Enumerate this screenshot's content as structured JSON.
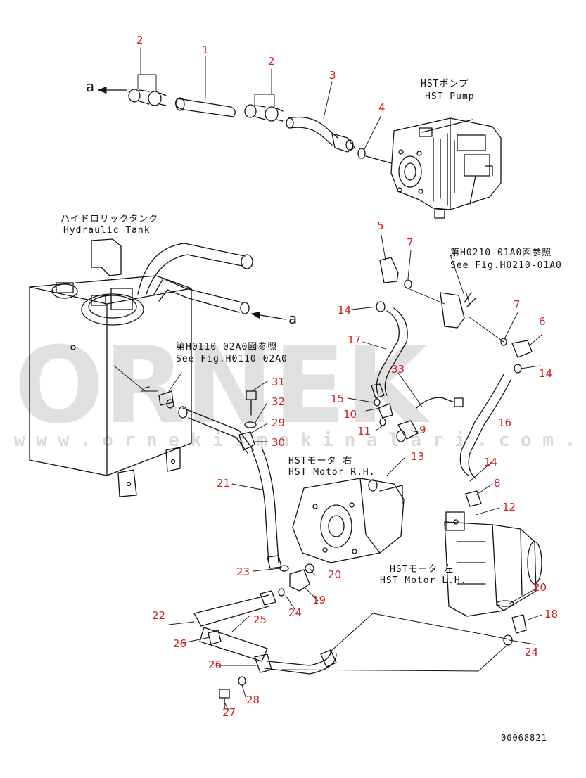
{
  "watermark": {
    "brand": "ORNEK",
    "url": "w w w . o r n e k i s m a k i n a l a r i . c o m . t r",
    "color": "#cfcfcf"
  },
  "colors": {
    "callout": "#d21e1e",
    "line": "#111111"
  },
  "notes": {
    "hst_pump_jp": "HSTポンプ",
    "hst_pump_en": "HST Pump",
    "tank_jp": "ハイドロリックタンク",
    "tank_en": "Hydraulic Tank",
    "ref_h0210_jp": "第H0210-01A0図参照",
    "ref_h0210_en": "See Fig.H0210-01A0",
    "ref_h0110_jp": "第H0110-02A0図参照",
    "ref_h0110_en": "See Fig.H0110-02A0",
    "motor_rh_jp": "HSTモータ 右",
    "motor_rh_en": "HST Motor R.H.",
    "motor_lh_jp": "HSTモータ 左",
    "motor_lh_en": "HST Motor L.H.",
    "arrow_a_top": "a",
    "arrow_a_tank": "a",
    "drawing_number": "00068821"
  },
  "callouts": [
    {
      "id": "c1",
      "text": "1"
    },
    {
      "id": "c2a",
      "text": "2"
    },
    {
      "id": "c2b",
      "text": "2"
    },
    {
      "id": "c3",
      "text": "3"
    },
    {
      "id": "c4",
      "text": "4"
    },
    {
      "id": "c5",
      "text": "5"
    },
    {
      "id": "c7a",
      "text": "7"
    },
    {
      "id": "c7b",
      "text": "7"
    },
    {
      "id": "c6",
      "text": "6"
    },
    {
      "id": "c14a",
      "text": "14"
    },
    {
      "id": "c14b",
      "text": "14"
    },
    {
      "id": "c14c",
      "text": "14"
    },
    {
      "id": "c17",
      "text": "17"
    },
    {
      "id": "c33",
      "text": "33"
    },
    {
      "id": "c16",
      "text": "16"
    },
    {
      "id": "c15",
      "text": "15"
    },
    {
      "id": "c10",
      "text": "10"
    },
    {
      "id": "c11",
      "text": "11"
    },
    {
      "id": "c9",
      "text": "9"
    },
    {
      "id": "c13",
      "text": "13"
    },
    {
      "id": "c31",
      "text": "31"
    },
    {
      "id": "c32",
      "text": "32"
    },
    {
      "id": "c29",
      "text": "29"
    },
    {
      "id": "c30",
      "text": "30"
    },
    {
      "id": "c21",
      "text": "21"
    },
    {
      "id": "c8",
      "text": "8"
    },
    {
      "id": "c12",
      "text": "12"
    },
    {
      "id": "c23",
      "text": "23"
    },
    {
      "id": "c20a",
      "text": "20"
    },
    {
      "id": "c20b",
      "text": "20"
    },
    {
      "id": "c19",
      "text": "19"
    },
    {
      "id": "c24a",
      "text": "24"
    },
    {
      "id": "c24b",
      "text": "24"
    },
    {
      "id": "c22",
      "text": "22"
    },
    {
      "id": "c25",
      "text": "25"
    },
    {
      "id": "c26a",
      "text": "26"
    },
    {
      "id": "c26b",
      "text": "26"
    },
    {
      "id": "c18",
      "text": "18"
    },
    {
      "id": "c28",
      "text": "28"
    },
    {
      "id": "c27",
      "text": "27"
    }
  ]
}
